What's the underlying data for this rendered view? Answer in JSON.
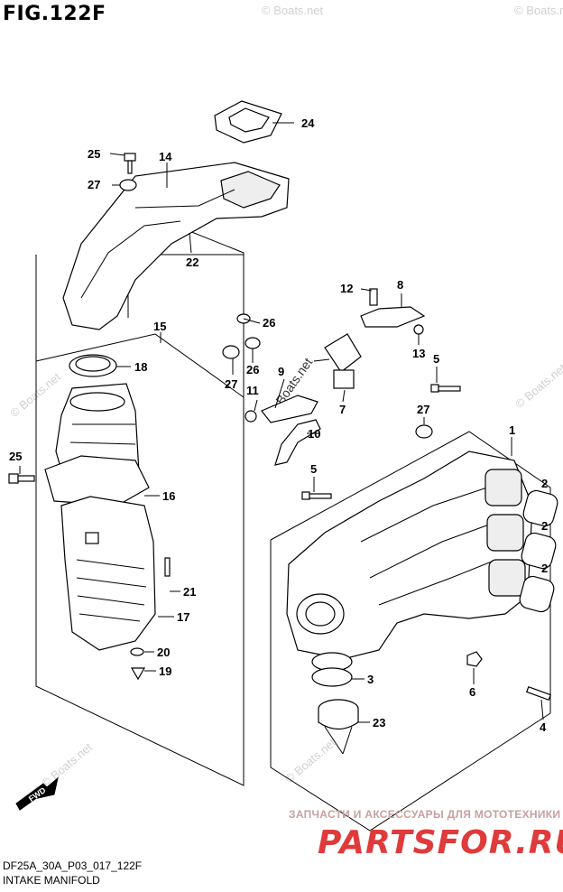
{
  "figure": {
    "title": "FIG.122F",
    "model_code": "DF25A_30A_P03_017_122F",
    "caption": "INTAKE MANIFOLD",
    "fwd_label": "FWD"
  },
  "callouts": [
    "24",
    "25",
    "14",
    "27",
    "22",
    "26",
    "15",
    "18",
    "26",
    "27",
    "11",
    "9",
    "10",
    "12",
    "8",
    "13",
    "5",
    "7",
    "27",
    "1",
    "25",
    "16",
    "5",
    "2",
    "2",
    "2",
    "21",
    "17",
    "20",
    "19",
    "3",
    "6",
    "4",
    "23"
  ],
  "watermarks": [
    "© Boats.net",
    "© Boats.net",
    "© Boats.net",
    "© Boats.net",
    "© Boats.net",
    "© Boats.net",
    "© Boats.net"
  ],
  "promo": {
    "line1": "ЗАПЧАСТИ И АКСЕССУАРЫ ДЛЯ МОТОТЕХНИКИ",
    "line2": "PARTSFOR.RU"
  }
}
